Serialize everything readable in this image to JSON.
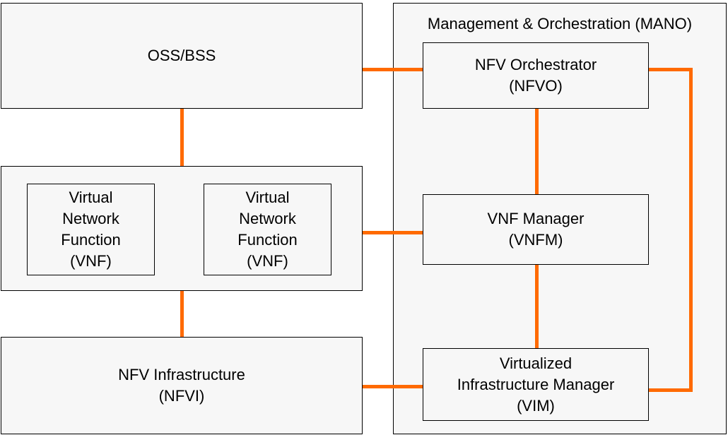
{
  "diagram": {
    "oss_bss": {
      "lines": [
        "OSS/BSS"
      ]
    },
    "vnf_left": {
      "lines": [
        "Virtual",
        "Network",
        "Function",
        "(VNF)"
      ]
    },
    "vnf_right": {
      "lines": [
        "Virtual",
        "Network",
        "Function",
        "(VNF)"
      ]
    },
    "nfvi": {
      "lines": [
        "NFV Infrastructure",
        "(NFVI)"
      ]
    },
    "mano": {
      "title": "Management & Orchestration (MANO)",
      "nfvo": {
        "lines": [
          "NFV Orchestrator",
          "(NFVO)"
        ]
      },
      "vnfm": {
        "lines": [
          "VNF Manager",
          "(VNFM)"
        ]
      },
      "vim": {
        "lines": [
          "Virtualized",
          "Infrastructure Manager",
          "(VIM)"
        ]
      }
    }
  },
  "colors": {
    "connector": "#ff6a00",
    "box_fill": "#f7f7f7",
    "border": "#000000"
  }
}
